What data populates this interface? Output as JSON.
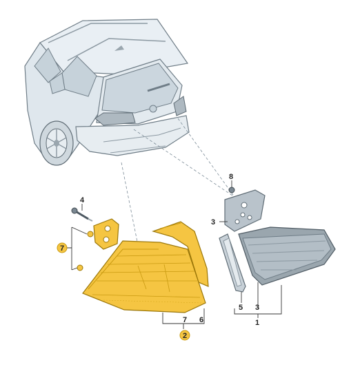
{
  "diagram": {
    "callouts": {
      "n1": "1",
      "n2": "2",
      "n3a": "3",
      "n3b": "3",
      "n4": "4",
      "n5": "5",
      "n6": "6",
      "n7a": "7",
      "n7b": "7",
      "n8": "8"
    },
    "colors": {
      "highlight": "#f5c542",
      "car_body": "#e6edf2",
      "part_gray": "#b9c3cb",
      "outline": "#5e6b74"
    }
  }
}
